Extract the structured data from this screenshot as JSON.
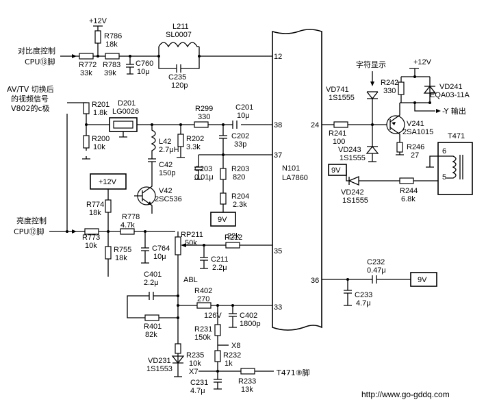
{
  "labels": {
    "contrast": "对比度控制",
    "cpu13": "CPU⑬脚",
    "avtv1": "AV/TV 切换后",
    "avtv2": "的视频信号",
    "avtv3": "V802的c极",
    "bright": "亮度控制",
    "cpu12": "CPU⑫脚",
    "char": "字符显示",
    "yout": "-Y 输出",
    "t471pin8": "T471⑧脚",
    "abl": "ABL",
    "website": "http://www.go-gddq.com"
  },
  "ic": {
    "name": "N101",
    "part": "LA7860",
    "pins": [
      "12",
      "38",
      "37",
      "35",
      "33",
      "24",
      "36"
    ]
  },
  "supplies": {
    "p12_top": "+12V",
    "p12_box": "+12V",
    "p12_right": "+12V",
    "v9_a": "9V",
    "v9_b": "9V",
    "v9_c": "9V"
  },
  "components": {
    "R786": [
      "R786",
      "18k"
    ],
    "R772": [
      "R772",
      "33k"
    ],
    "R783": [
      "R783",
      "39k"
    ],
    "C760": [
      "C760",
      "10μ"
    ],
    "L211": [
      "L211",
      "SL0007"
    ],
    "C235": [
      "C235",
      "120p"
    ],
    "R201": [
      "R201",
      "1.8k"
    ],
    "R200": [
      "R200",
      "10k"
    ],
    "D201": [
      "D201",
      "LG0026"
    ],
    "R299": [
      "R299",
      "330"
    ],
    "C201": [
      "C201",
      "10μ"
    ],
    "R202": [
      "R202",
      "3.3k"
    ],
    "C202": [
      "C202",
      "33p"
    ],
    "L42": [
      "L42",
      "2.7μH"
    ],
    "C42": [
      "C42",
      "150p"
    ],
    "V42": [
      "V42",
      "2SC536"
    ],
    "C203": [
      "C203",
      "0.01μ"
    ],
    "R203": [
      "R203",
      "820"
    ],
    "R204": [
      "R204",
      "2.3k"
    ],
    "R774": [
      "R774",
      "18k"
    ],
    "R778": [
      "R778",
      "4.7k"
    ],
    "R773": [
      "R773",
      "10k"
    ],
    "R755": [
      "R755",
      "18k"
    ],
    "C764": [
      "C764",
      "10μ"
    ],
    "RP211": [
      "RP211",
      "50k"
    ],
    "R212": [
      "R212",
      "22k"
    ],
    "C211": [
      "C211",
      "2.2μ"
    ],
    "C401": [
      "C401",
      "2.2μ"
    ],
    "R401": [
      "R401",
      "82k"
    ],
    "R402": [
      "R402",
      "270"
    ],
    "V126": [
      "126V"
    ],
    "C402": [
      "C402",
      "1800p"
    ],
    "R231": [
      "R231",
      "150k"
    ],
    "X8": [
      "X8"
    ],
    "R235": [
      "R235",
      "10k"
    ],
    "R232": [
      "R232",
      "1k"
    ],
    "X7": [
      "X7"
    ],
    "VD231": [
      "VD231",
      "1S1553"
    ],
    "C231": [
      "C231",
      "4.7μ"
    ],
    "R233": [
      "R233",
      "13k"
    ],
    "VD741": [
      "VD741",
      "1S1555"
    ],
    "R242": [
      "R242",
      "330"
    ],
    "VD241": [
      "VD241",
      "EQA03-11A"
    ],
    "V241": [
      "V241",
      "2SA1015"
    ],
    "R241": [
      "R241",
      "100"
    ],
    "R246": [
      "R246",
      "27"
    ],
    "VD243": [
      "VD243",
      "1S1555"
    ],
    "VD242": [
      "VD242",
      "1S1555"
    ],
    "R244": [
      "R244",
      "6.8k"
    ],
    "T471": [
      "T471"
    ],
    "T471pins": [
      "6",
      "5"
    ],
    "C232": [
      "C232",
      "0.47μ"
    ],
    "C233": [
      "C233",
      "4.7μ"
    ]
  }
}
